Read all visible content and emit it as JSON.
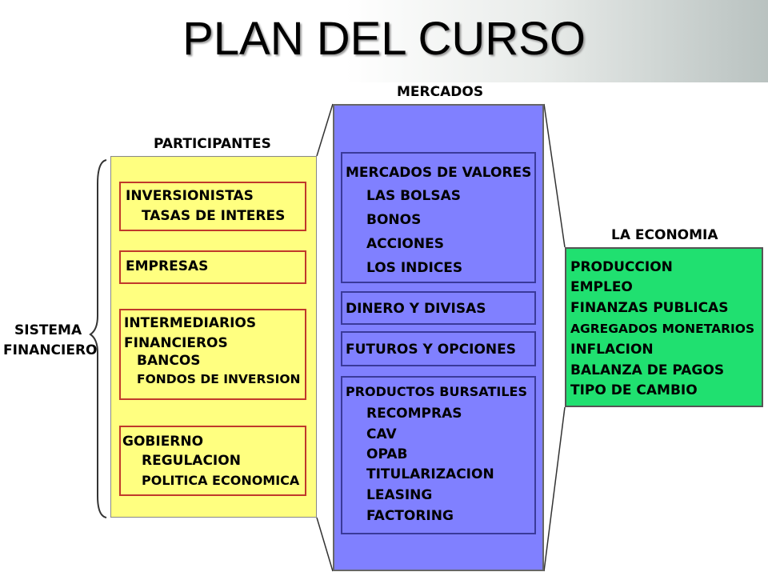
{
  "title": "PLAN DEL CURSO",
  "labels": {
    "sistema_line1": "SISTEMA",
    "sistema_line2": "FINANCIERO",
    "participantes": "PARTICIPANTES",
    "mercados": "MERCADOS",
    "economia": "LA ECONOMIA"
  },
  "participantes": {
    "box1": [
      "INVERSIONISTAS",
      "TASAS DE INTERES"
    ],
    "box2": [
      "EMPRESAS"
    ],
    "box3": [
      "INTERMEDIARIOS",
      "FINANCIEROS",
      "BANCOS",
      "FONDOS DE INVERSION"
    ],
    "box4": [
      "GOBIERNO",
      "REGULACION",
      "POLITICA ECONOMICA"
    ]
  },
  "mercados": {
    "valores": [
      "MERCADOS DE VALORES",
      "LAS BOLSAS",
      "BONOS",
      "ACCIONES",
      "LOS INDICES"
    ],
    "dinero": "DINERO Y DIVISAS",
    "futuros": "FUTUROS Y OPCIONES",
    "productos": [
      "PRODUCTOS BURSATILES",
      "RECOMPRAS",
      "CAV",
      "OPAB",
      "TITULARIZACION",
      "LEASING",
      "FACTORING"
    ]
  },
  "economia": [
    "PRODUCCION",
    "EMPLEO",
    "FINANZAS PUBLICAS",
    "AGREGADOS MONETARIOS",
    "INFLACION",
    "BALANZA DE PAGOS",
    "TIPO DE CAMBIO"
  ]
}
